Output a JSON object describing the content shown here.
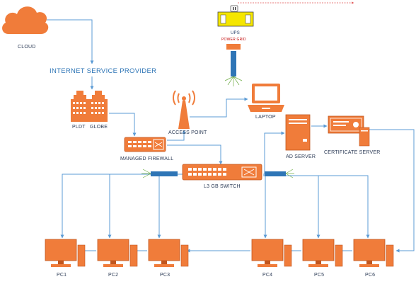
{
  "labels": {
    "cloud": "CLOUD",
    "isp": "INTERNET SERVICE PROVIDER",
    "pldt": "PLDT",
    "globe": "GLOBE",
    "access_point": "ACCESS POINT",
    "laptop": "LAPTOP",
    "ups": "UPS",
    "power_grid": "POWER GRID",
    "firewall": "MANAGED FIREWALL",
    "switch": "L3 GB SWITCH",
    "ad_server": "AD SERVER",
    "cert_server": "CERTIFICATE SERVER",
    "pc1": "PC1",
    "pc2": "PC2",
    "pc3": "PC3",
    "pc4": "PC4",
    "pc5": "PC5",
    "pc6": "PC6"
  },
  "colors": {
    "device_orange": "#f07c3a",
    "device_outline": "#c0561f",
    "link_blue": "#5b9bd5",
    "isp_text": "#2e75b6",
    "ups_yellow": "#f5e600",
    "power_red": "#e05050"
  },
  "icons": [
    "cloud-icon",
    "building-icon",
    "router-icon",
    "access-point-icon",
    "laptop-icon",
    "ups-icon",
    "switch-icon",
    "server-icon",
    "certificate-icon",
    "pc-icon"
  ]
}
